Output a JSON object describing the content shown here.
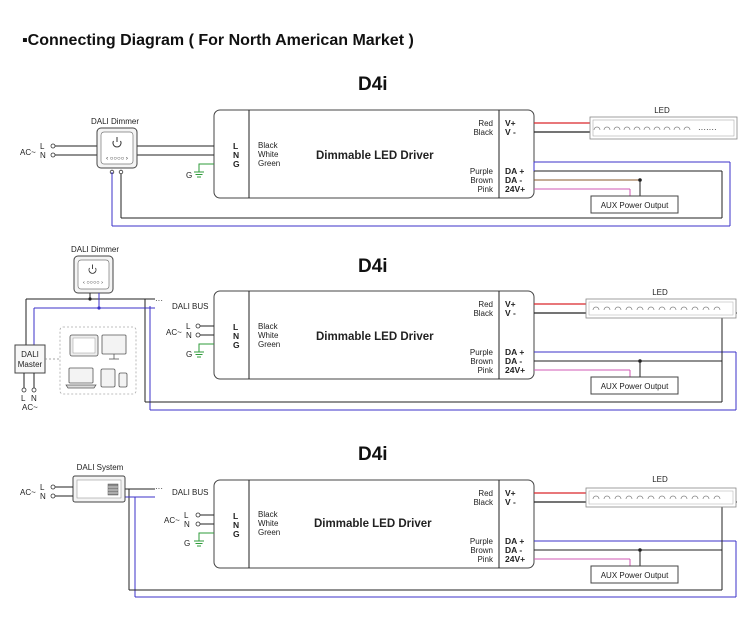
{
  "title": "▪Connecting Diagram ( For North American Market )",
  "colors": {
    "red": "#d9262b",
    "brown": "#8a5a2b",
    "purple": "#3b32c8",
    "pink": "#d05ab4",
    "green": "#2e9b3a",
    "black": "#222222"
  },
  "diagrams": [
    {
      "heading": "D4i",
      "driver": {
        "name": "Dimmable LED Driver",
        "in_pins": [
          "L",
          "N",
          "G"
        ],
        "in_wires": [
          "Black",
          "White",
          "Green"
        ],
        "out_wires_top": [
          "Red",
          "Black"
        ],
        "out_pins_top": [
          "V+",
          "V -"
        ],
        "out_wires_bottom": [
          "Purple",
          "Brown",
          "Pink"
        ],
        "out_pins_bottom": [
          "DA +",
          "DA -",
          "24V+"
        ]
      },
      "led_label": "LED",
      "aux_label": "AUX Power Output",
      "ac_label": "AC~",
      "l_label": "L",
      "n_label": "N",
      "g_label": "G",
      "dimmer_label": "DALI Dimmer"
    },
    {
      "heading": "D4i",
      "driver": {
        "name": "Dimmable LED Driver",
        "in_pins": [
          "L",
          "N",
          "G"
        ],
        "in_wires": [
          "Black",
          "White",
          "Green"
        ],
        "out_wires_top": [
          "Red",
          "Black"
        ],
        "out_pins_top": [
          "V+",
          "V -"
        ],
        "out_wires_bottom": [
          "Purple",
          "Brown",
          "Pink"
        ],
        "out_pins_bottom": [
          "DA +",
          "DA -",
          "24V+"
        ]
      },
      "led_label": "LED",
      "aux_label": "AUX Power Output",
      "ac_label": "AC~",
      "l_label": "L",
      "n_label": "N",
      "g_label": "G",
      "dimmer_label": "DALI Dimmer",
      "bus_label": "DALI  BUS",
      "master_label": [
        "DALI",
        "Master"
      ],
      "master_ac": [
        "L",
        "N",
        "AC~"
      ]
    },
    {
      "heading": "D4i",
      "driver": {
        "name": "Dimmable LED Driver",
        "in_pins": [
          "L",
          "N",
          "G"
        ],
        "in_wires": [
          "Black",
          "White",
          "Green"
        ],
        "out_wires_top": [
          "Red",
          "Black"
        ],
        "out_pins_top": [
          "V+",
          "V -"
        ],
        "out_wires_bottom": [
          "Purple",
          "Brown",
          "Pink"
        ],
        "out_pins_bottom": [
          "DA +",
          "DA -",
          "24V+"
        ]
      },
      "led_label": "LED",
      "aux_label": "AUX Power Output",
      "ac_label": "AC~",
      "l_label": "L",
      "n_label": "N",
      "g_label": "G",
      "system_label": "DALI System",
      "bus_label": "DALI  BUS",
      "sys_ac": [
        "AC~",
        "L",
        "N"
      ]
    }
  ]
}
